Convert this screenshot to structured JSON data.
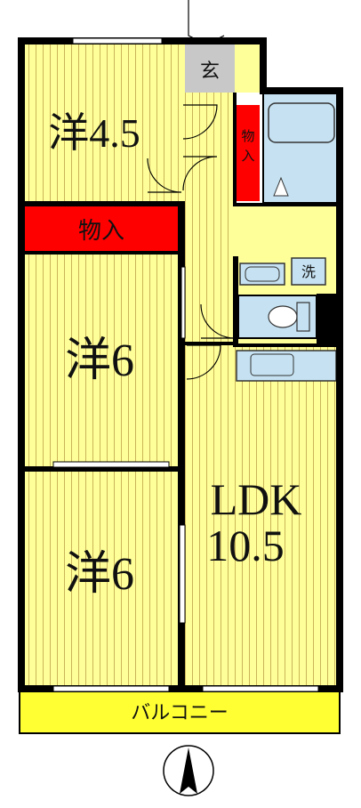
{
  "rooms": {
    "genkan": "玄",
    "closet_upper": "物入",
    "closet_small": "物入",
    "room1": "洋4.5",
    "room2": "洋6",
    "room3": "洋6",
    "ldk_line1": "LDK",
    "ldk_line2": "10.5",
    "balcony": "バルコニー",
    "washer": "洗"
  },
  "colors": {
    "floor": "#ffff99",
    "floor_lines": "#c9b45a",
    "closet": "#ff0000",
    "fixture": "#c6e2f2",
    "genkan": "#c8c8c8",
    "wall": "#000000"
  }
}
